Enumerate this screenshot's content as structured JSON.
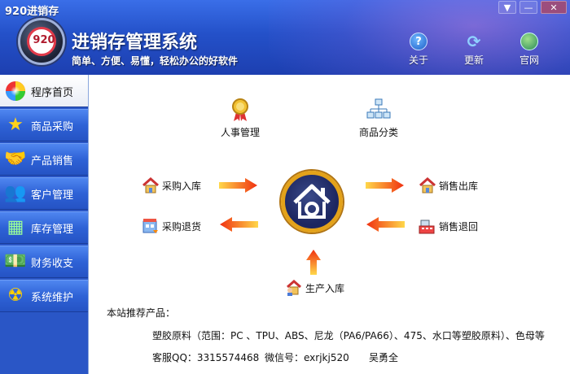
{
  "window": {
    "title": "920进销存",
    "controls": [
      "▼",
      "—",
      "✕"
    ]
  },
  "header": {
    "logo_text": "920",
    "title": "进销存管理系统",
    "slogan": "简单、方便、易懂，轻松办公的好软件",
    "buttons": [
      {
        "label": "关于",
        "icon": "help-icon"
      },
      {
        "label": "更新",
        "icon": "refresh-icon"
      },
      {
        "label": "官网",
        "icon": "globe-icon"
      }
    ]
  },
  "sidebar": {
    "items": [
      {
        "label": "程序首页",
        "icon": "colorwheel-icon",
        "active": true
      },
      {
        "label": "商品采购",
        "icon": "star-icon"
      },
      {
        "label": "产品销售",
        "icon": "handshake-icon"
      },
      {
        "label": "客户管理",
        "icon": "users-icon"
      },
      {
        "label": "库存管理",
        "icon": "boxes-icon"
      },
      {
        "label": "财务收支",
        "icon": "money-icon"
      },
      {
        "label": "系统维护",
        "icon": "radiation-icon"
      }
    ]
  },
  "main": {
    "hr": "人事管理",
    "category": "商品分类",
    "purchase_in": "采购入库",
    "purchase_return": "采购退货",
    "sales_out": "销售出库",
    "sales_return": "销售退回",
    "production_in": "生产入库",
    "rec_title": "本站推荐产品：",
    "rec_line": "塑胶原料（范围：PC  、TPU、ABS、尼龙（PA6/PA66）、475、水口等塑胶原料）、色母等",
    "contact_qq": "客服QQ：3315574468",
    "contact_wechat": "微信号：exrjkj520",
    "contact_name": "吴勇全"
  },
  "colors": {
    "accent": "#2451c9",
    "arrow": "#f04010"
  }
}
